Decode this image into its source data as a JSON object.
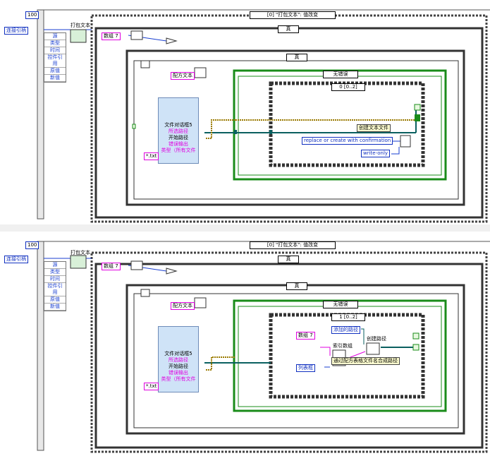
{
  "panel1": {
    "const_100": "100",
    "bundle_label": "连接引柄",
    "event_items": [
      "源",
      "类型",
      "时间",
      "控件引用",
      "原值",
      "新值"
    ],
    "pack_button_label": "打包文本",
    "event_case": "[0] \"打包文本\": 值改变",
    "true_case_outer": "真",
    "array_chip": "数组 7",
    "true_case_inner": "真",
    "recipe_chip": "配方文本",
    "file_dialog_title": "文件对话框5",
    "file_dialog_rows": [
      "所选路径",
      "开始路径",
      "错误输出"
    ],
    "txt_chip": "*.txt",
    "type_row": "类型（所有文件",
    "error_case": "无错误",
    "seq_frame": "0 [0..2]",
    "create_file_note": "创建文本文件",
    "replace_enum": "replace or create with confirmation",
    "write_only_enum": "write-only"
  },
  "panel2": {
    "const_100": "100",
    "bundle_label": "连接引柄",
    "event_items": [
      "源",
      "类型",
      "时间",
      "控件引用",
      "原值",
      "新值"
    ],
    "pack_button_label": "打包文本",
    "event_case": "[0] \"打包文本\": 值改变",
    "true_case_outer": "真",
    "array_chip": "数组 7",
    "true_case_inner": "真",
    "recipe_chip": "配方文本",
    "file_dialog_title": "文件对话框5",
    "file_dialog_rows": [
      "所选路径",
      "开始路径",
      "错误输出"
    ],
    "txt_chip": "*.txt",
    "type_row": "类型（所有文件",
    "error_case": "无错误",
    "seq_frame": "1 [0..2]",
    "added_path_chip": "添加的路径",
    "array7_chip": "数组 7",
    "index_array_label": "索引数组",
    "build_path_label": "创建路径",
    "list_box_chip": "列表框",
    "build_note": "通过配方表格文件名合成路径"
  }
}
